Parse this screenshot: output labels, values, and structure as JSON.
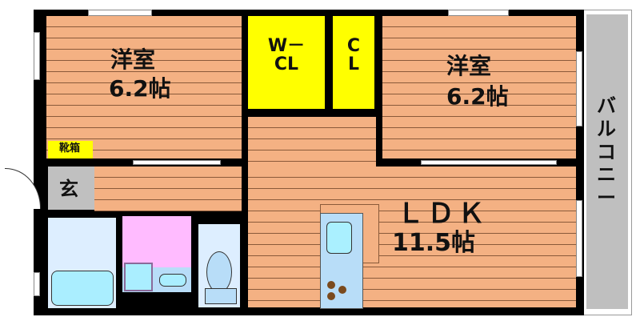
{
  "rooms": {
    "western_left": {
      "name": "洋室",
      "size": "6.2帖"
    },
    "western_right": {
      "name": "洋室",
      "size": "6.2帖"
    },
    "wic": {
      "label": "W－\nCL"
    },
    "closet": {
      "label": "C\nL"
    },
    "ldk": {
      "name": "ＬＤＫ",
      "size": "11.5帖"
    },
    "shoe_box": {
      "label": "靴箱"
    },
    "entrance": {
      "label": "玄"
    },
    "balcony": {
      "label": "バ\nル\nコ\nニ\nー"
    }
  },
  "colors": {
    "floor": "#F4B183",
    "closet": "#FFFF00",
    "entrance": "#C0C0C0",
    "bath": "#DDEEFF",
    "wash": "#FFBBFF",
    "balcony": "#BFBFBF"
  }
}
